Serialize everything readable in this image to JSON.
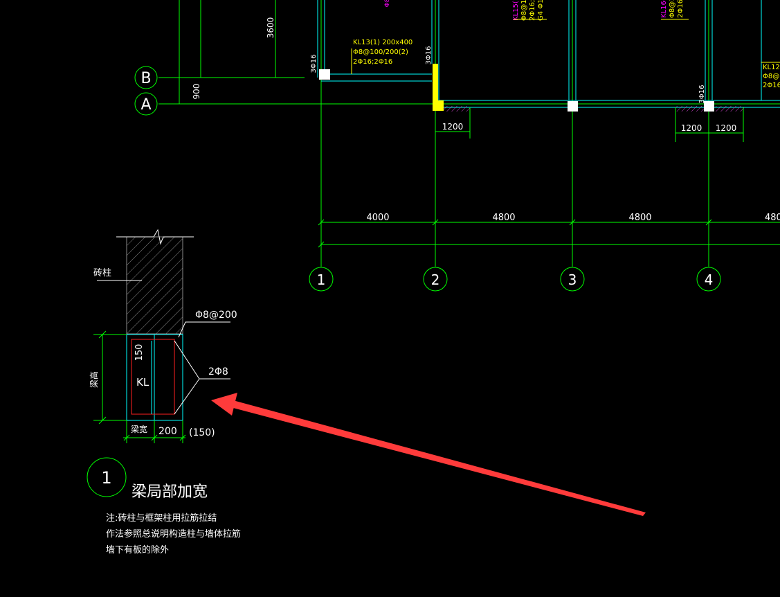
{
  "colors": {
    "background": "#000000",
    "dim": "#00ff00",
    "axis": "#00ff00",
    "beam": "#00ffff",
    "text_white": "#ffffff",
    "label_yellow": "#ffff00",
    "label_magenta": "#ff00ff",
    "column_yellow": "#ffff00",
    "column_white": "#ffffff",
    "hatch_magenta": "#cc44cc",
    "rebar_red": "#ff2020",
    "arrow_red": "#ff3b3b"
  },
  "row_axes": [
    {
      "label": "B"
    },
    {
      "label": "A"
    }
  ],
  "col_axes": [
    {
      "label": "1"
    },
    {
      "label": "2"
    },
    {
      "label": "3"
    },
    {
      "label": "4"
    }
  ],
  "dimensions": {
    "vertical_upper": "3600",
    "vertical_lower": "900",
    "spans": [
      "4000",
      "4800",
      "4800",
      "480"
    ],
    "opening_left": "1200",
    "opening_right_a": "1200",
    "opening_right_b": "1200"
  },
  "column_marks": [
    "3Φ16",
    "3Φ16",
    "3Φ16"
  ],
  "beam_tags": {
    "kl13": {
      "line1": "KL13(1) 200x400",
      "line2": "Φ8@100/200(2)",
      "line3": "2Φ16;2Φ16"
    },
    "kl15": {
      "line1": "KL15(1",
      "line2": "Φ8@1(",
      "line3": "2Φ16;2",
      "line4": "G4 Φ12"
    },
    "kl16": {
      "line1": "KL16(6",
      "line2": "Φ8@1",
      "line3": "2Φ16"
    },
    "kl12": {
      "line1": "KL12(",
      "line2": "Φ8@1",
      "line3": "2Φ16"
    },
    "top_partial": "Φ8"
  },
  "detail": {
    "brick_column_label": "砖柱",
    "stirrup_label": "Φ8@200",
    "rebar_label": "2Φ8",
    "cover_dim": "150",
    "beam_mark": "KL",
    "beam_height_label": "梁高",
    "beam_width_label": "梁宽",
    "widen_dim": "200",
    "widen_alt": "(150)",
    "detail_number": "1",
    "detail_title": "梁局部加宽",
    "note_lines": [
      "注:砖柱与框架柱用拉筋拉结",
      "作法参照总说明构造柱与墙体拉筋",
      "墙下有板的除外"
    ]
  }
}
